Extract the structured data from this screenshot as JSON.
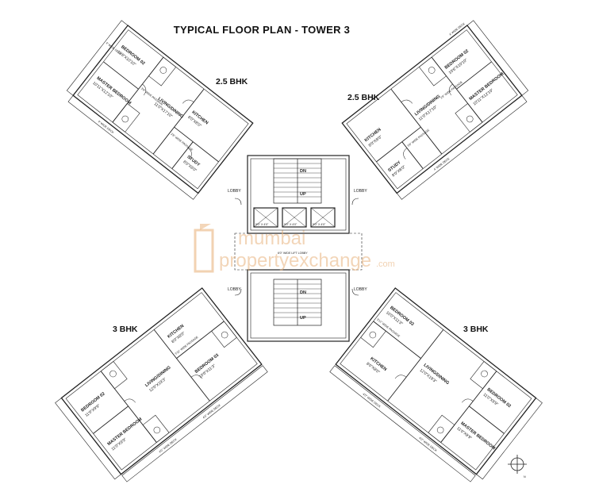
{
  "title": "TYPICAL FLOOR PLAN  - TOWER 3",
  "watermark": {
    "part1": "mumbai",
    "part2": "propertyexchange",
    "part3": ".com"
  },
  "units": {
    "top_left": {
      "type": "2.5 BHK",
      "rooms": [
        {
          "id": "bedroom2",
          "name": "BEDROOM 02",
          "size": "10'6\"X10'10\""
        },
        {
          "id": "master",
          "name": "MASTER BEDROOM",
          "size": "10'11\"X12'10\""
        },
        {
          "id": "living",
          "name": "LIVING/DINING",
          "size": "11'0\"X17'10\""
        },
        {
          "id": "kitchen",
          "name": "KITCHEN",
          "size": "8'0\"X8'0\""
        },
        {
          "id": "study",
          "name": "STUDY",
          "size": "8'0\"X8'0\""
        }
      ],
      "passage1": "3'9\" WIDE PASSAGE",
      "passage2": "3'6\" WIDE PASSAGE",
      "deck1": "4' WIDE DECK",
      "deck2": "4' WIDE DECK"
    },
    "top_right": {
      "type": "2.5 BHK",
      "rooms": [
        {
          "id": "bedroom2",
          "name": "BEDROOM 02",
          "size": "10'6\"X10'10\""
        },
        {
          "id": "master",
          "name": "MASTER BEDROOM",
          "size": "10'11\"X12'10\""
        },
        {
          "id": "living",
          "name": "LIVING/DINING",
          "size": "11'0\"X17'10\""
        },
        {
          "id": "kitchen",
          "name": "KITCHEN",
          "size": "8'0\"X8'0\""
        },
        {
          "id": "study",
          "name": "STUDY",
          "size": "8'0\"X8'0\""
        }
      ],
      "passage1": "3'9\" WIDE PASSAGE",
      "passage2": "3'6\" WIDE PASSAGE",
      "deck1": "4' WIDE DECK",
      "deck2": "4' WIDE DECK"
    },
    "bottom_left": {
      "type": "3 BHK",
      "rooms": [
        {
          "id": "bedroom2",
          "name": "BEDROOM 02",
          "size": "11'0\"X9'9\""
        },
        {
          "id": "master",
          "name": "MASTER BEDROOM",
          "size": "11'0\"X9'9\""
        },
        {
          "id": "living",
          "name": "LIVING/DINING",
          "size": "12'0\"X19'3\""
        },
        {
          "id": "bedroom3",
          "name": "BEDROOM 03",
          "size": "10'0\"X11'3\""
        },
        {
          "id": "kitchen",
          "name": "KITCHEN",
          "size": "8'0\"X8'0\""
        }
      ],
      "passage1": "3'11\" WIDE PASSAGE",
      "deck1": "4'0\" WIDE DECK",
      "deck2": "4'0\" WIDE DECK"
    },
    "bottom_right": {
      "type": "3 BHK",
      "rooms": [
        {
          "id": "bedroom2",
          "name": "BEDROOM 02",
          "size": "11'0\"X9'9\""
        },
        {
          "id": "master",
          "name": "MASTER BEDROOM",
          "size": "11'0\"X9'9\""
        },
        {
          "id": "living",
          "name": "LIVING/DINING",
          "size": "12'0\"X19'3\""
        },
        {
          "id": "bedroom3",
          "name": "BEDROOM 03",
          "size": "10'0\"X11'3\""
        },
        {
          "id": "kitchen",
          "name": "KITCHEN",
          "size": "8'0\"X8'0\""
        }
      ],
      "passage1": "3'11\" WIDE PASSAGE",
      "deck1": "4'0\" WIDE DECK",
      "deck2": "4'0\" WIDE DECK"
    }
  },
  "core": {
    "lobby_left_top": "LOBBY",
    "lobby_right_top": "LOBBY",
    "lobby_left_bottom": "LOBBY",
    "lobby_right_bottom": "LOBBY",
    "lift_lobby": "6'0\" WIDE LIFT LOBBY",
    "dn_top": "DN",
    "up_top": "UP",
    "dn_bottom": "DN",
    "up_bottom": "UP",
    "lift1": "5'0\" X 4'0\"",
    "lift2": "5'0\" X 4'0\"",
    "lift3": "5'0\" X 4'0\""
  },
  "north_label": "N"
}
